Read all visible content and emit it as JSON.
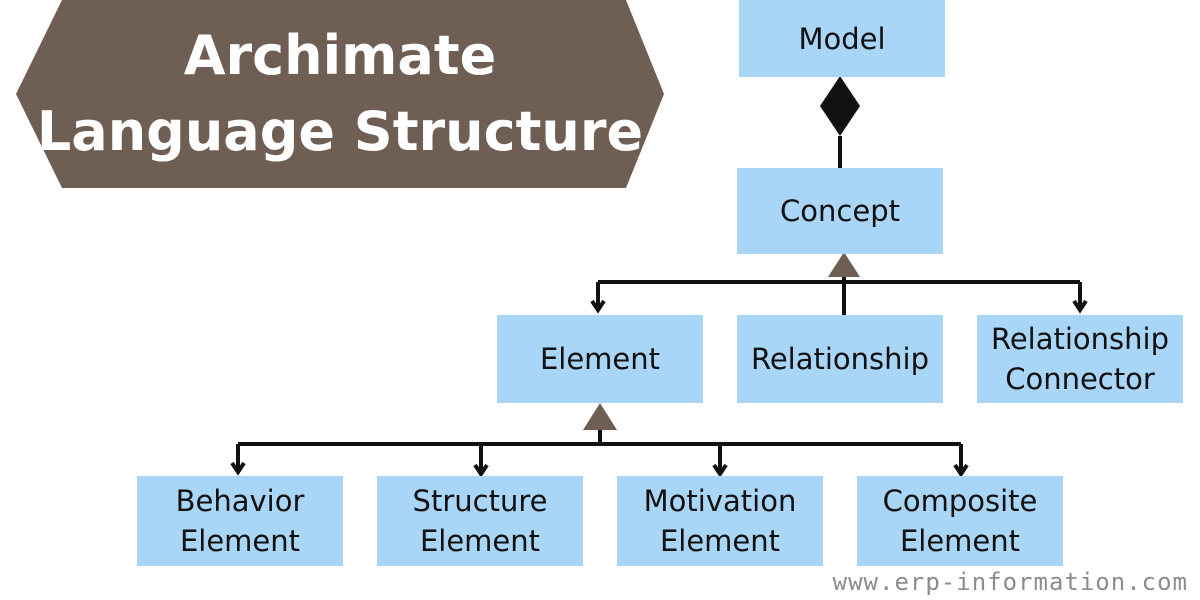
{
  "title": {
    "line1": "Archimate",
    "line2": "Language Structure"
  },
  "nodes": {
    "model": "Model",
    "concept": "Concept",
    "element": "Element",
    "relationship": "Relationship",
    "relationship_connector": {
      "line1": "Relationship",
      "line2": "Connector"
    },
    "behavior_element": {
      "line1": "Behavior",
      "line2": "Element"
    },
    "structure_element": {
      "line1": "Structure",
      "line2": "Element"
    },
    "motivation_element": {
      "line1": "Motivation",
      "line2": "Element"
    },
    "composite_element": {
      "line1": "Composite",
      "line2": "Element"
    }
  },
  "watermark": "www.erp-information.com",
  "colors": {
    "title_background": "#6e5e53",
    "node_fill": "#a9d5f6",
    "inheritance_triangle": "#6e5e53",
    "line": "#111111",
    "watermark": "#8c8c8c"
  }
}
